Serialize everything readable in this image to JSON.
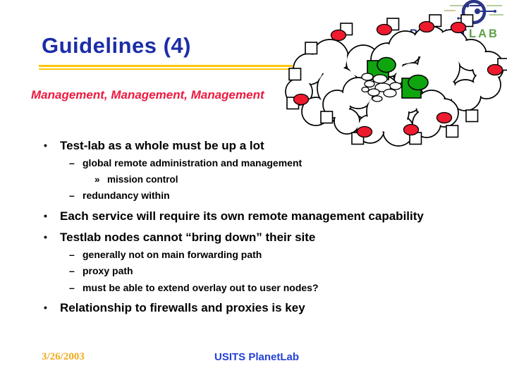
{
  "slide": {
    "title": "Guidelines (4)",
    "subtitle": "Management, Management, Management",
    "bullets": [
      {
        "level": 1,
        "marker": "•",
        "text": "Test-lab as a whole must be up a lot"
      },
      {
        "level": 2,
        "marker": "–",
        "text": "global remote administration and management"
      },
      {
        "level": 3,
        "marker": "»",
        "text": "mission control"
      },
      {
        "level": 2,
        "marker": "–",
        "text": "redundancy within"
      },
      {
        "level": 1,
        "marker": "•",
        "text": "Each service will require its own remote management capability"
      },
      {
        "level": 1,
        "marker": "•",
        "text": "Testlab nodes cannot “bring down” their site"
      },
      {
        "level": 2,
        "marker": "–",
        "text": "generally not on main forwarding path"
      },
      {
        "level": 2,
        "marker": "–",
        "text": "proxy path"
      },
      {
        "level": 2,
        "marker": "–",
        "text": "must be able to extend overlay out to user nodes?"
      },
      {
        "level": 1,
        "marker": "•",
        "text": "Relationship to firewalls and proxies is key"
      }
    ],
    "footer": {
      "date": "3/26/2003",
      "label": "USITS PlanetLab"
    },
    "logo": {
      "text_primary": "PLANET",
      "text_secondary": "LAB"
    },
    "colors": {
      "title_blue": "#1C2DA8",
      "rule_gold": "#FFC60A",
      "subtitle_red": "#ED1940",
      "footer_gold": "#EDAB1F",
      "footer_blue": "#2441D8",
      "node_red": "#ED1B2D",
      "service_green": "#0FA50F",
      "logo_navy": "#2B3588",
      "logo_green": "#5FA04A"
    },
    "diagram": {
      "cloud_count": 3,
      "site_square_count": 13,
      "red_node_count": 9,
      "green_service_count": 2
    }
  }
}
